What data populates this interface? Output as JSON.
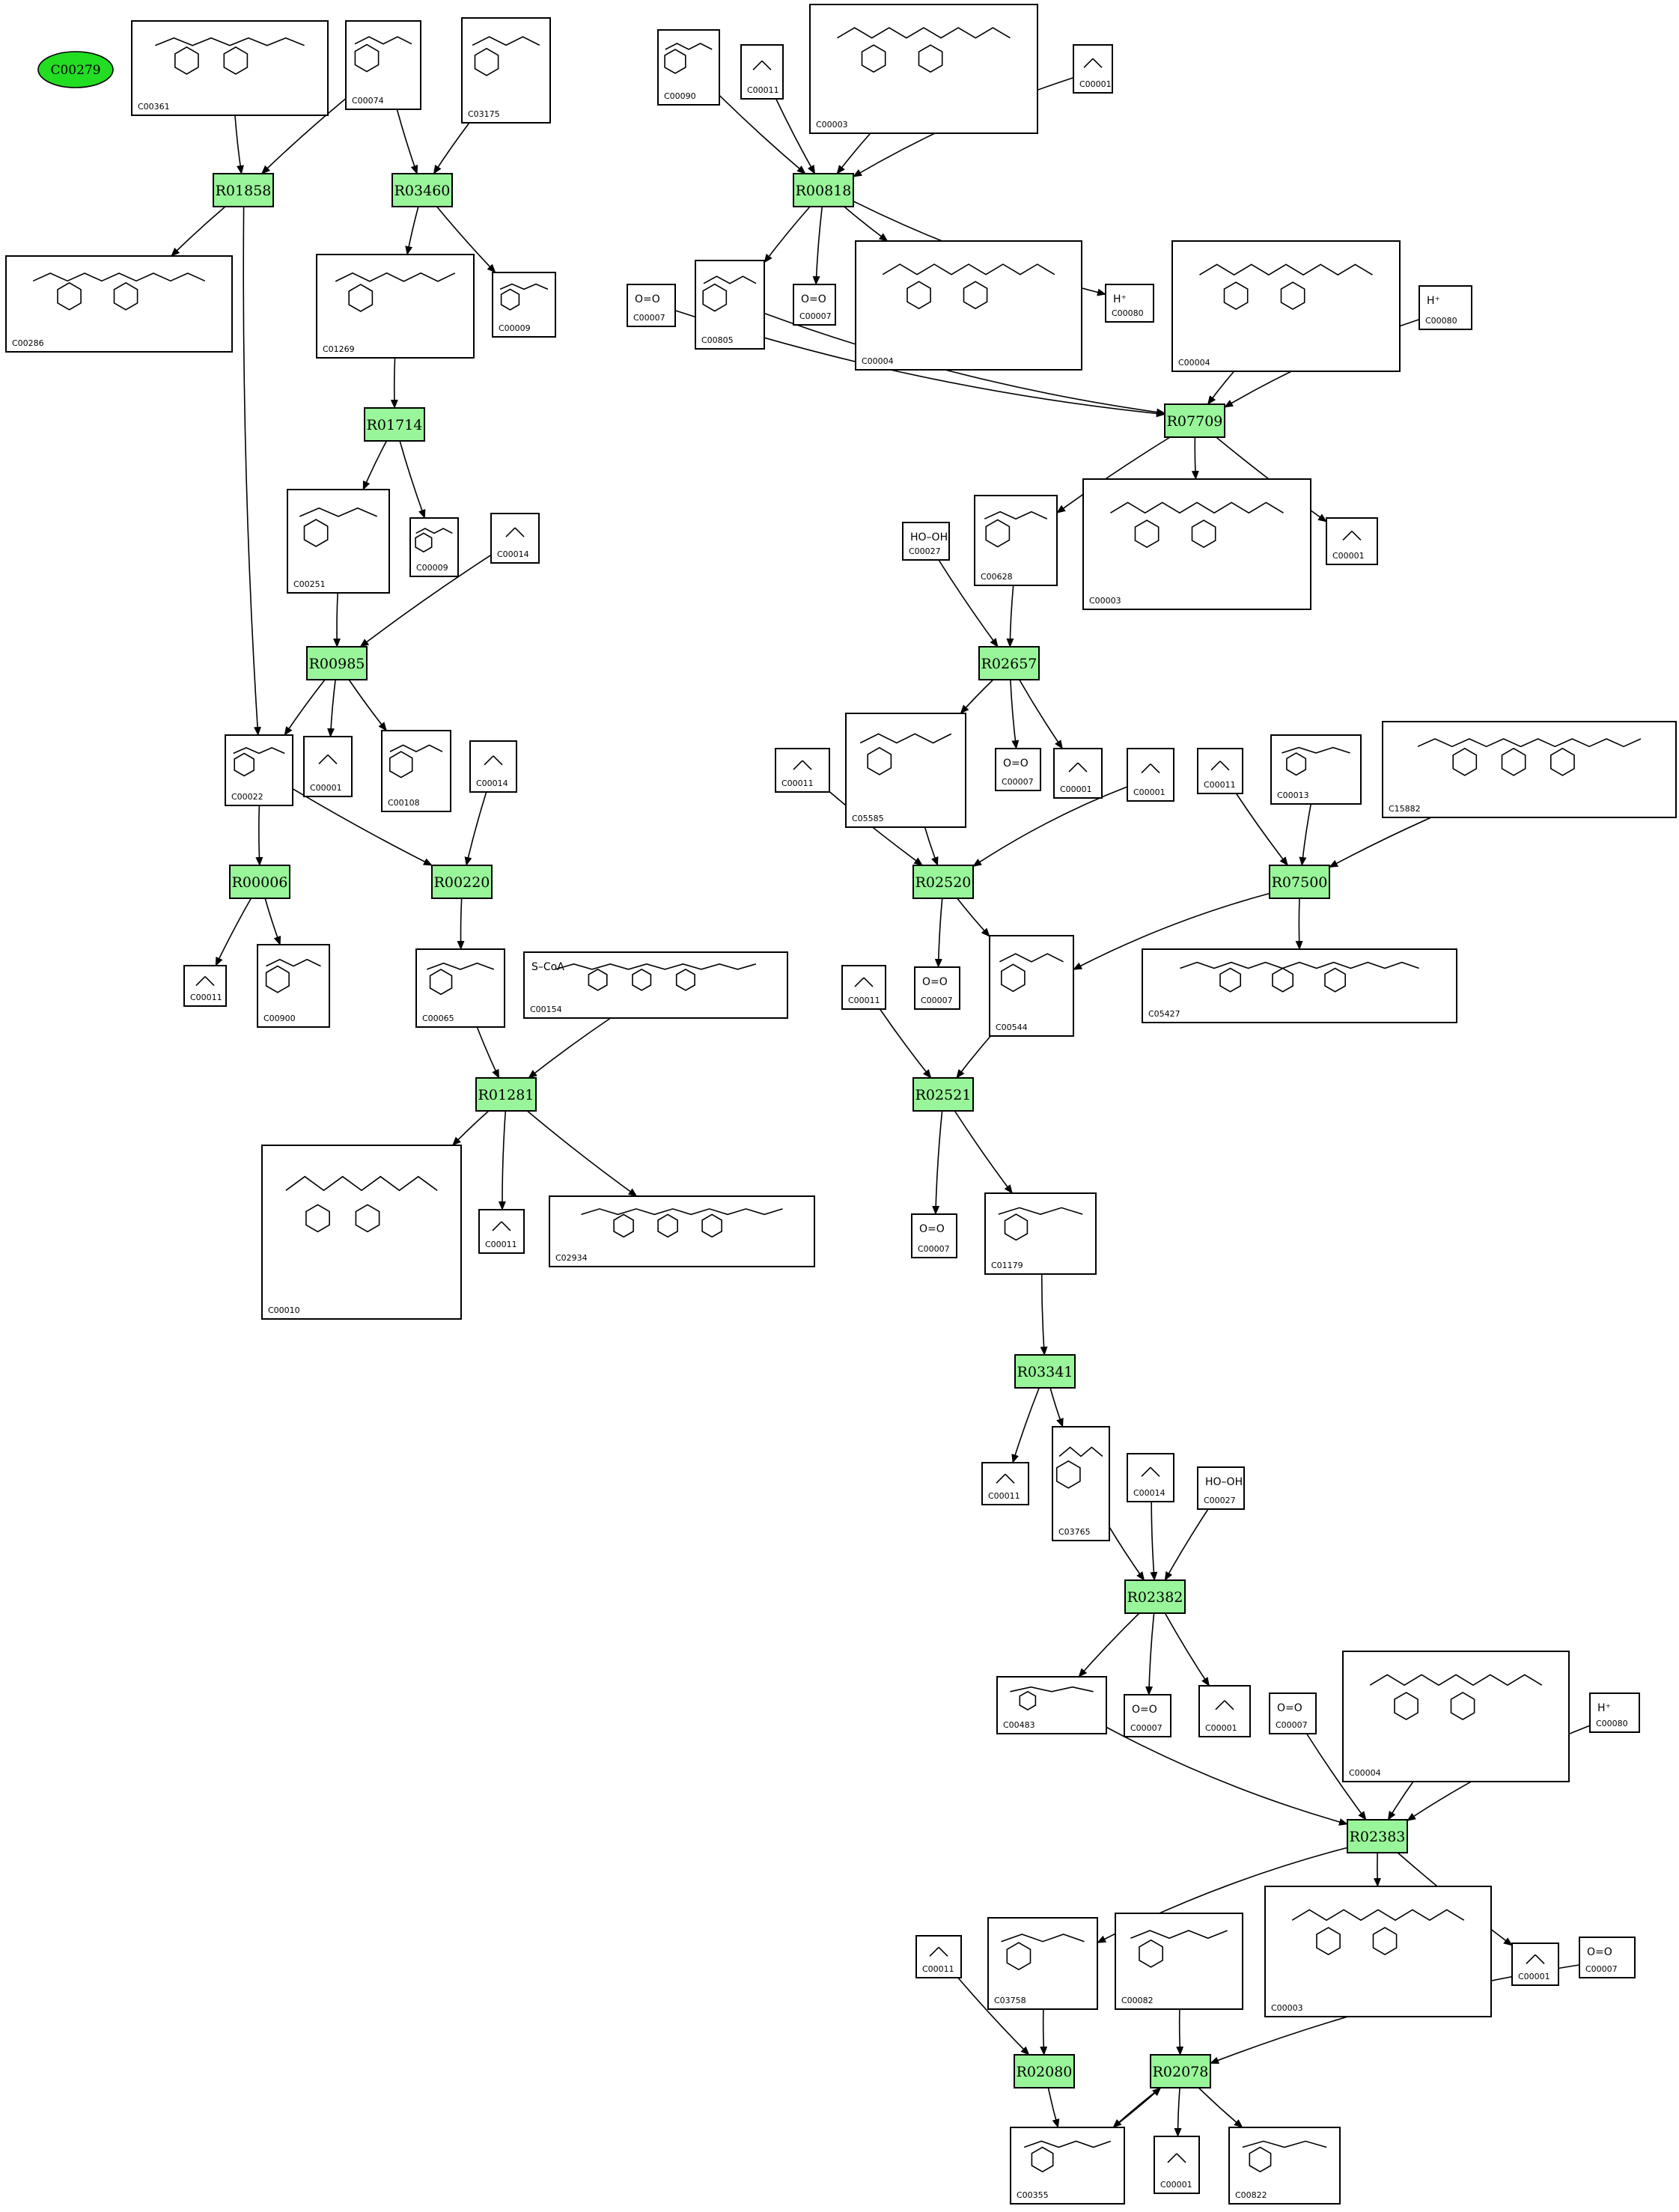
{
  "start_compound": "C00279",
  "reactions": [
    "R01858",
    "R03460",
    "R00818",
    "R07709",
    "R01714",
    "R00985",
    "R02657",
    "R00006",
    "R00220",
    "R02520",
    "R07500",
    "R01281",
    "R02521",
    "R03341",
    "R02382",
    "R02383",
    "R02080",
    "R02078"
  ],
  "compounds": [
    {
      "id": "C00361",
      "formula": ""
    },
    {
      "id": "C00074",
      "formula": ""
    },
    {
      "id": "C03175",
      "formula": ""
    },
    {
      "id": "C00090",
      "formula": ""
    },
    {
      "id": "C00011",
      "formula": ""
    },
    {
      "id": "C00003",
      "formula": ""
    },
    {
      "id": "C00001",
      "formula": ""
    },
    {
      "id": "C00286",
      "formula": ""
    },
    {
      "id": "C01269",
      "formula": ""
    },
    {
      "id": "C00009",
      "formula": ""
    },
    {
      "id": "C00007",
      "formula": "O=O"
    },
    {
      "id": "C00805",
      "formula": ""
    },
    {
      "id": "C00007",
      "formula": "O=O"
    },
    {
      "id": "C00004",
      "formula": ""
    },
    {
      "id": "C00080",
      "formula": "H⁺"
    },
    {
      "id": "C00004",
      "formula": ""
    },
    {
      "id": "C00080",
      "formula": "H⁺"
    },
    {
      "id": "C00251",
      "formula": ""
    },
    {
      "id": "C00009",
      "formula": ""
    },
    {
      "id": "C00014",
      "formula": ""
    },
    {
      "id": "C00027",
      "formula": "HO–OH"
    },
    {
      "id": "C00628",
      "formula": ""
    },
    {
      "id": "C00003",
      "formula": ""
    },
    {
      "id": "C00001",
      "formula": ""
    },
    {
      "id": "C00022",
      "formula": ""
    },
    {
      "id": "C00001",
      "formula": ""
    },
    {
      "id": "C00108",
      "formula": ""
    },
    {
      "id": "C00014",
      "formula": ""
    },
    {
      "id": "C00011",
      "formula": ""
    },
    {
      "id": "C05585",
      "formula": ""
    },
    {
      "id": "C00007",
      "formula": "O=O"
    },
    {
      "id": "C00001",
      "formula": ""
    },
    {
      "id": "C00001",
      "formula": ""
    },
    {
      "id": "C00011",
      "formula": ""
    },
    {
      "id": "C00013",
      "formula": ""
    },
    {
      "id": "C15882",
      "formula": ""
    },
    {
      "id": "C00011",
      "formula": ""
    },
    {
      "id": "C00900",
      "formula": ""
    },
    {
      "id": "C00065",
      "formula": ""
    },
    {
      "id": "C00154",
      "formula": "S–CoA"
    },
    {
      "id": "C00011",
      "formula": ""
    },
    {
      "id": "C00007",
      "formula": "O=O"
    },
    {
      "id": "C00544",
      "formula": ""
    },
    {
      "id": "C05427",
      "formula": ""
    },
    {
      "id": "C00010",
      "formula": ""
    },
    {
      "id": "C00011",
      "formula": ""
    },
    {
      "id": "C02934",
      "formula": ""
    },
    {
      "id": "C00007",
      "formula": "O=O"
    },
    {
      "id": "C01179",
      "formula": ""
    },
    {
      "id": "C00011",
      "formula": ""
    },
    {
      "id": "C03765",
      "formula": ""
    },
    {
      "id": "C00014",
      "formula": ""
    },
    {
      "id": "C00027",
      "formula": "HO–OH"
    },
    {
      "id": "C00483",
      "formula": ""
    },
    {
      "id": "C00007",
      "formula": "O=O"
    },
    {
      "id": "C00001",
      "formula": ""
    },
    {
      "id": "C00007",
      "formula": "O=O"
    },
    {
      "id": "C00004",
      "formula": ""
    },
    {
      "id": "C00080",
      "formula": "H⁺"
    },
    {
      "id": "C00011",
      "formula": ""
    },
    {
      "id": "C03758",
      "formula": ""
    },
    {
      "id": "C00082",
      "formula": ""
    },
    {
      "id": "C00003",
      "formula": ""
    },
    {
      "id": "C00001",
      "formula": ""
    },
    {
      "id": "C00007",
      "formula": "O=O"
    },
    {
      "id": "C00355",
      "formula": ""
    },
    {
      "id": "C00001",
      "formula": ""
    },
    {
      "id": "C00822",
      "formula": ""
    }
  ]
}
